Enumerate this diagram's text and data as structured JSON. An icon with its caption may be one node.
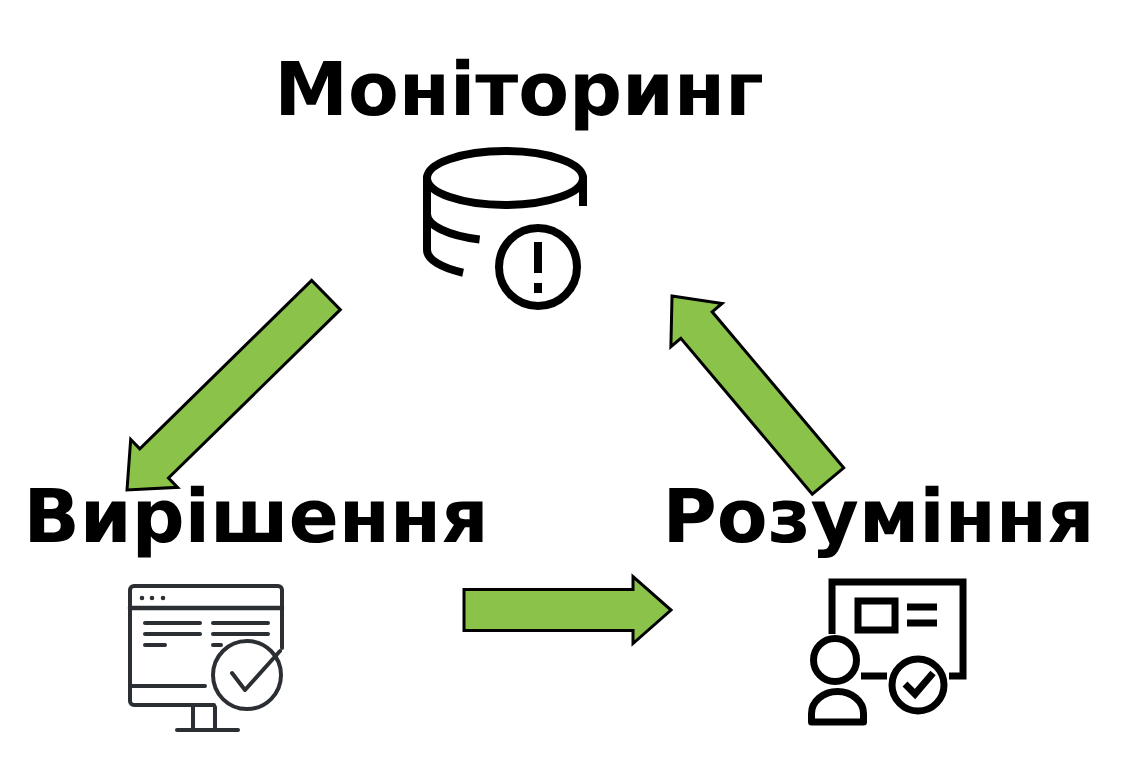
{
  "diagram": {
    "nodes": [
      {
        "text": [
          "Моніторинг"
        ]
      },
      {
        "text": [
          "Вирішення"
        ]
      },
      {
        "text": [
          "Розуміння"
        ]
      }
    ],
    "edges": [
      {
        "from": 0,
        "to": 1,
        "arrow": "to"
      },
      {
        "from": 1,
        "to": 2,
        "arrow": "to"
      },
      {
        "from": 2,
        "to": 0,
        "arrow": "to"
      }
    ]
  }
}
